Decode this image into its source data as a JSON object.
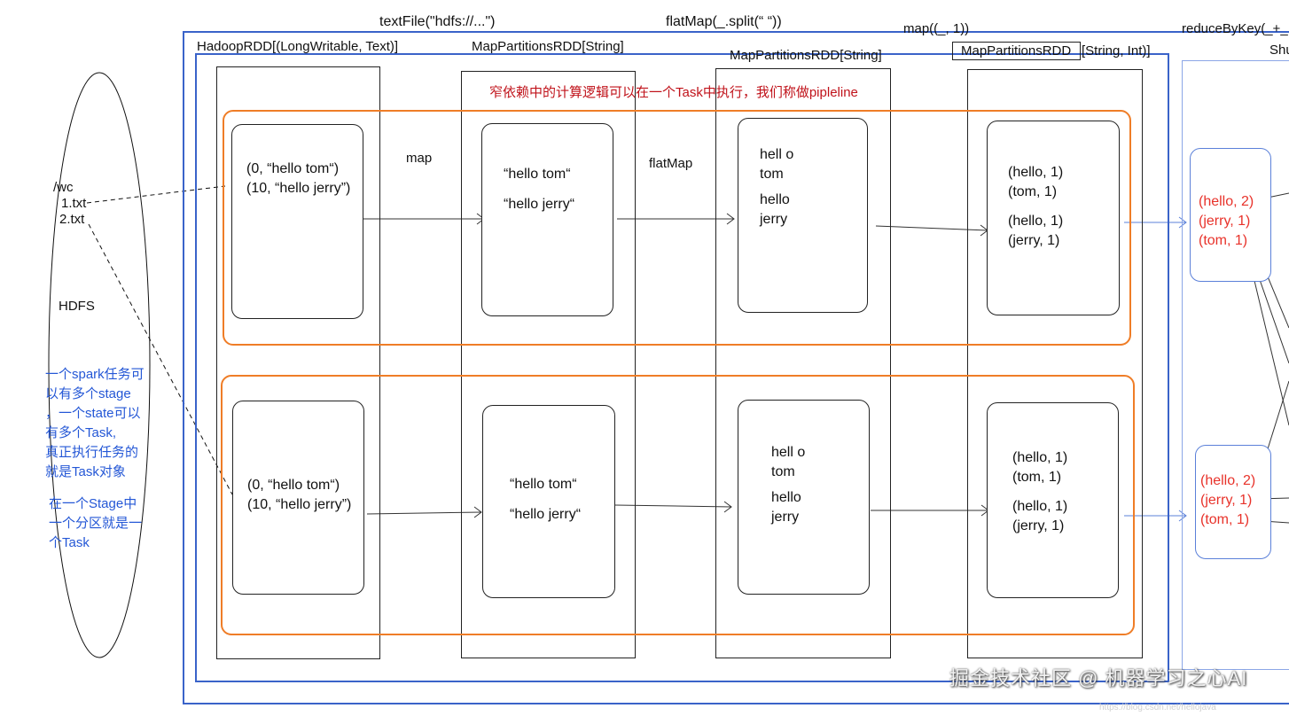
{
  "top_labels": {
    "text_file": "textFile(\"hdfs://...\")",
    "flat_map": "flatMap(_.split(“ “))",
    "map_fn": "map((_, 1))",
    "reduce_by_key": "reduceByKey(_+_",
    "shuffle_partial": "Shu"
  },
  "rdd_labels": {
    "hadoop": "HadoopRDD[(LongWritable, Text)]",
    "map_partitions_1": "MapPartitionsRDD[String]",
    "map_partitions_2": "MapPartitionsRDD[String]",
    "map_partitions_3a": "MapPartitionsRDD",
    "map_partitions_3b": "[String, Int)]"
  },
  "hdfs": {
    "dir": "/wc",
    "file1": "1.txt",
    "file2": "2.txt",
    "label": "HDFS"
  },
  "notes": {
    "pipeline": "窄依赖中的计算逻辑可以在一个Task中执行，我们称做pipleline",
    "stage_note": [
      "一个spark任务可",
      "以有多个stage",
      "，一个state可以",
      "有多个Task,",
      "真正执行任务的",
      "就是Task对象"
    ],
    "task_note": [
      "在一个Stage中",
      "一个分区就是一",
      "个Task"
    ]
  },
  "ops": {
    "map": "map",
    "flat_map": "flatMap"
  },
  "partitions": [
    {
      "hadoop": [
        "(0, “hello tom“)",
        "(10, “hello jerry”)"
      ],
      "lines": [
        "“hello tom“",
        "“hello jerry“"
      ],
      "words_a": [
        "hell o",
        "tom"
      ],
      "words_b": [
        "hello",
        "jerry"
      ],
      "pairs_a": [
        "(hello, 1)",
        "(tom, 1)"
      ],
      "pairs_b": [
        "(hello, 1)",
        "(jerry, 1)"
      ],
      "reduced": [
        "(hello, 2)",
        "(jerry, 1)",
        "(tom, 1)"
      ]
    },
    {
      "hadoop": [
        "(0, “hello tom“)",
        "(10, “hello jerry”)"
      ],
      "lines": [
        "“hello tom“",
        "“hello jerry“"
      ],
      "words_a": [
        "hell o",
        "tom"
      ],
      "words_b": [
        "hello",
        "jerry"
      ],
      "pairs_a": [
        "(hello, 1)",
        "(tom, 1)"
      ],
      "pairs_b": [
        "(hello, 1)",
        "(jerry, 1)"
      ],
      "reduced": [
        "(hello, 2)",
        "(jerry, 1)",
        "(tom, 1)"
      ]
    }
  ],
  "watermark": {
    "text": "掘金技术社区 @ 机器学习之心AI",
    "url": "https://blog.csdn.net/hellojava"
  },
  "colors": {
    "orange": "#ef7d27",
    "blue": "#3a63c9",
    "red": "#e8322a",
    "darkred": "#c0121a"
  }
}
